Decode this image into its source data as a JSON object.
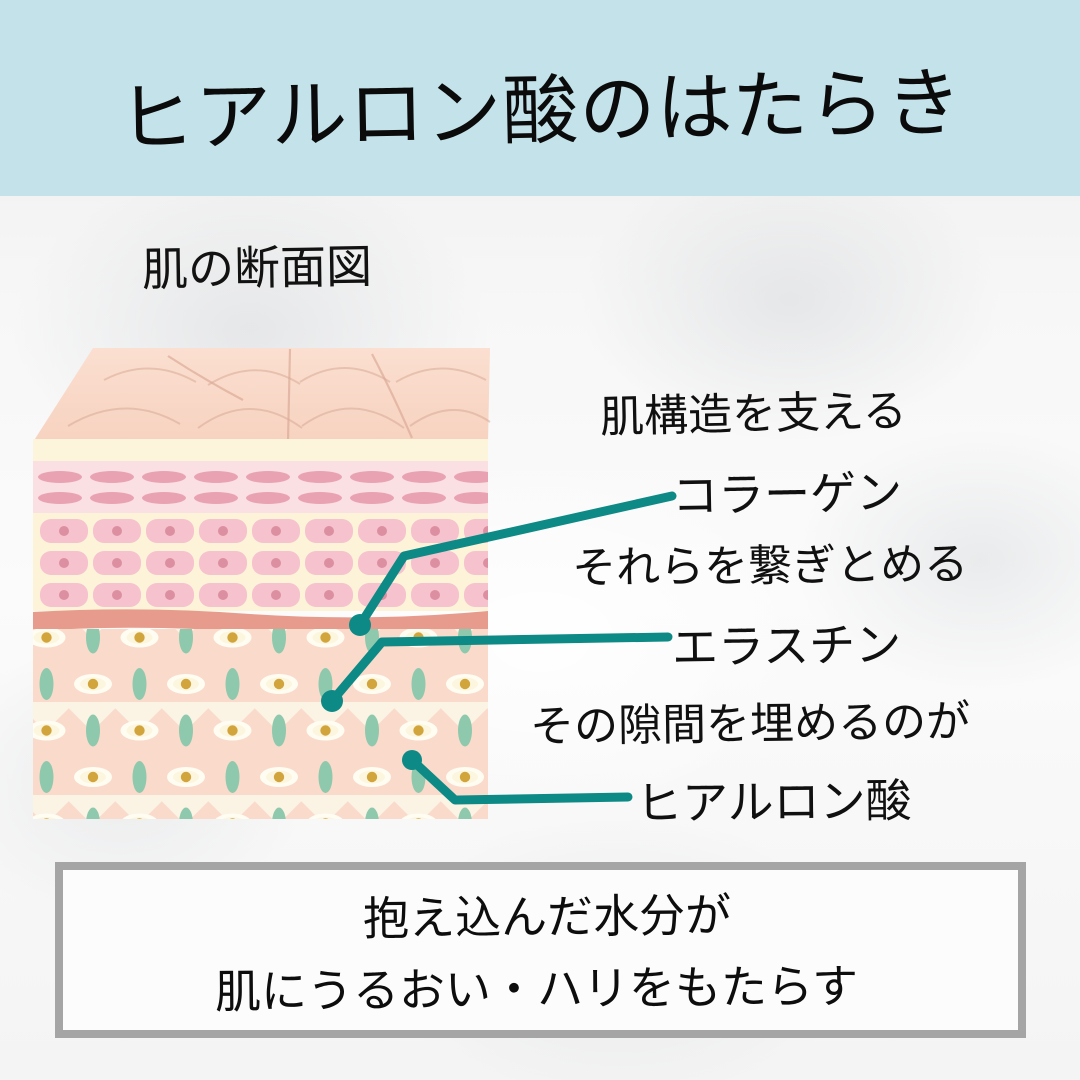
{
  "header": {
    "title": "ヒアルロン酸のはたらき",
    "band_color": "#c3e2ea"
  },
  "diagram": {
    "subtitle": "肌の断面図",
    "leader_color": "#0d8a85",
    "layers": [
      {
        "name": "skin-surface",
        "label": "",
        "color": "#fad9c8"
      },
      {
        "name": "stratum-corneum",
        "label": "",
        "color": "#fdf4dc"
      },
      {
        "name": "epidermis-upper",
        "label": "",
        "color": "#f9dde2"
      },
      {
        "name": "epidermis-lower",
        "label": "",
        "color": "#fdf3d9"
      },
      {
        "name": "basement-membrane",
        "label": "",
        "color": "#e79b8c"
      },
      {
        "name": "dermis",
        "label": "",
        "color": "#fae2d4"
      }
    ],
    "markers": {
      "collagen_color": "#f3c4b4",
      "elastin_color": "#8fc9ad",
      "hyaluronic_color": "#d2a53c"
    }
  },
  "annotations": [
    {
      "id": "collagen",
      "description": "肌構造を支える",
      "term": "コラーゲン"
    },
    {
      "id": "elastin",
      "description": "それらを繋ぎとめる",
      "term": "エラスチン"
    },
    {
      "id": "hyaluronic",
      "description": "その隙間を埋めるのが",
      "term": "ヒアルロン酸"
    }
  ],
  "summary": {
    "line1": "抱え込んだ水分が",
    "line2": "肌にうるおい・ハリをもたらす",
    "border_color": "#a5a5a5"
  }
}
